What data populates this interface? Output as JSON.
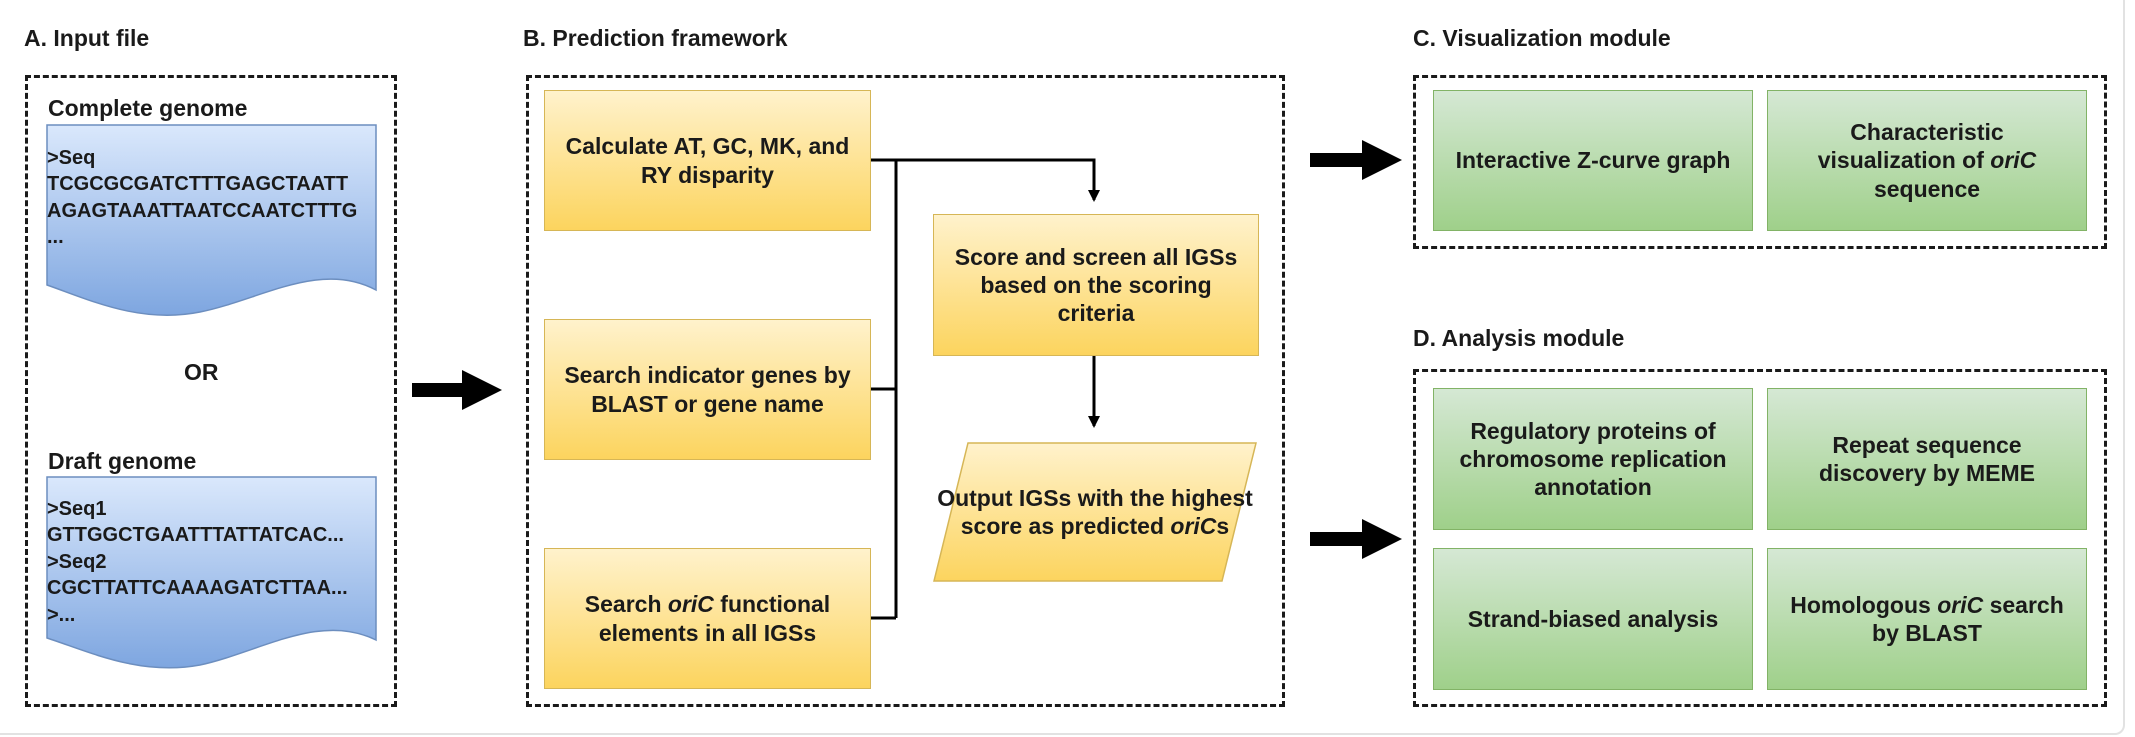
{
  "sections": {
    "input": "A. Input file",
    "prediction": "B. Prediction framework",
    "visualization": "C. Visualization module",
    "analysis": "D. Analysis module"
  },
  "input": {
    "complete_label": "Complete genome",
    "complete_lines": [
      ">Seq",
      "TCGCGCGATCTTTGAGCTAATT",
      "AGAGTAAATTAATCCAATCTTTG",
      "..."
    ],
    "or_text": "OR",
    "draft_label": "Draft genome",
    "draft_lines": [
      ">Seq1",
      "GTTGGCTGAATTTATTATCAC...",
      ">Seq2",
      "CGCTTATTCAAAAGATCTTAA...",
      ">..."
    ]
  },
  "prediction": {
    "calc": "Calculate AT, GC, MK, and RY disparity",
    "search_genes": "Search indicator genes by BLAST or gene name",
    "search_elements": {
      "pre": "Search ",
      "italic": "oriC",
      "post": " functional elements in all IGSs"
    },
    "score": "Score and screen all IGSs based on the scoring criteria",
    "output": {
      "pre": "Output IGSs with the highest score as predicted ",
      "italic": "oriC",
      "post": "s"
    }
  },
  "visualization": {
    "zcurve": "Interactive Z-curve graph",
    "characteristic": {
      "pre": "Characteristic visualization of ",
      "italic": "oriC",
      "post": " sequence"
    }
  },
  "analysis": {
    "regulatory": "Regulatory proteins of chromosome replication annotation",
    "repeat": "Repeat sequence discovery by MEME",
    "strand": "Strand-biased analysis",
    "homologous": {
      "pre": "Homologous ",
      "italic": "oriC",
      "post": " search by BLAST"
    }
  },
  "colors": {
    "yellow_fill_top": "#fff2cc",
    "yellow_fill_bottom": "#fcd45e",
    "yellow_stroke": "#d6b656",
    "green_fill_top": "#d5e8d4",
    "green_fill_bottom": "#9fd08a",
    "green_stroke": "#82b366",
    "doc_fill_top": "#dae8fc",
    "doc_fill_bottom": "#7ea6e0",
    "doc_stroke": "#6c8ebf",
    "line": "#000000"
  }
}
